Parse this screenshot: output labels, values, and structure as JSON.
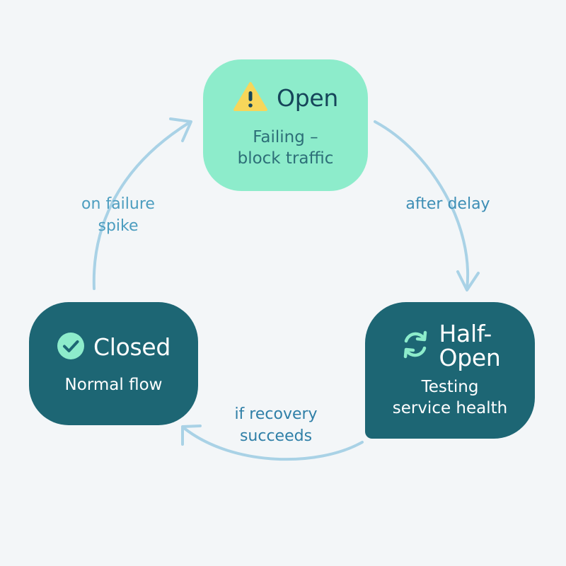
{
  "diagram": {
    "states": {
      "open": {
        "title": "Open",
        "subtitle_line1": "Failing –",
        "subtitle_line2": "block traffic",
        "icon": "warning-icon",
        "color": "#8deccb"
      },
      "closed": {
        "title": "Closed",
        "subtitle": "Normal flow",
        "icon": "check-circle-icon",
        "color": "#1d6674"
      },
      "half_open": {
        "title_line1": "Half-",
        "title_line2": "Open",
        "subtitle_line1": "Testing",
        "subtitle_line2": "service health",
        "icon": "refresh-icon",
        "color": "#1d6674"
      }
    },
    "transitions": {
      "closed_to_open": {
        "label_line1": "on failure",
        "label_line2": "spike"
      },
      "open_to_half_open": {
        "label": "after delay"
      },
      "half_open_to_closed": {
        "label_line1": "if recovery",
        "label_line2": "succeeds"
      }
    },
    "arrow_color": "#a9d2e6"
  }
}
